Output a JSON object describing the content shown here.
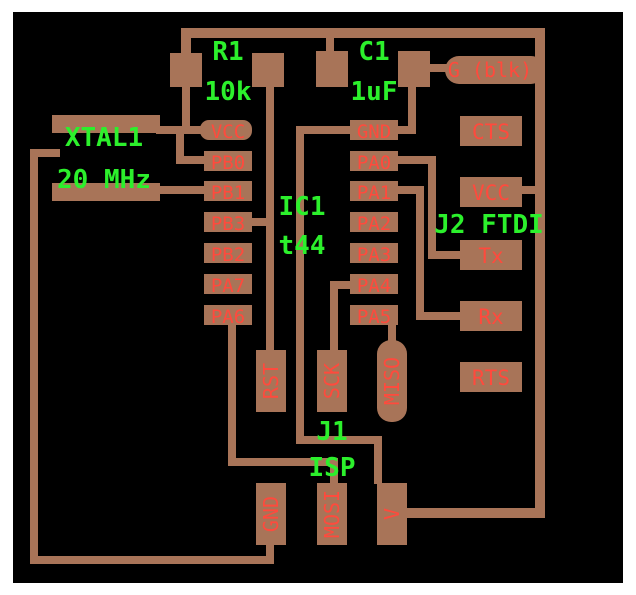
{
  "colors": {
    "background": "#000000",
    "copper": "#a87458",
    "pad_text": "#ff4a3d",
    "silkscreen": "#2cf02c",
    "border": "#ffffff"
  },
  "components": {
    "r1": {
      "designator": "R1",
      "value": "10k"
    },
    "c1": {
      "designator": "C1",
      "value": "1uF"
    },
    "xtal1": {
      "designator": "XTAL1",
      "value": "20 MHz"
    },
    "ic1": {
      "designator": "IC1",
      "value": "t44"
    },
    "j2": {
      "designator": "J2 FTDI"
    },
    "j1": {
      "designator": "J1",
      "value": "ISP"
    }
  },
  "ic_left_pins": [
    "VCC",
    "PB0",
    "PB1",
    "PB3",
    "PB2",
    "PA7",
    "PA6"
  ],
  "ic_right_pins": [
    "GND",
    "PA0",
    "PA1",
    "PA2",
    "PA3",
    "PA4",
    "PA5"
  ],
  "ftdi_pins": [
    "G (blk)",
    "CTS",
    "VCC",
    "Tx",
    "Rx",
    "RTS"
  ],
  "isp_pins": [
    "RST",
    "SCK",
    "MISO",
    "GND",
    "MOSI",
    "V"
  ]
}
